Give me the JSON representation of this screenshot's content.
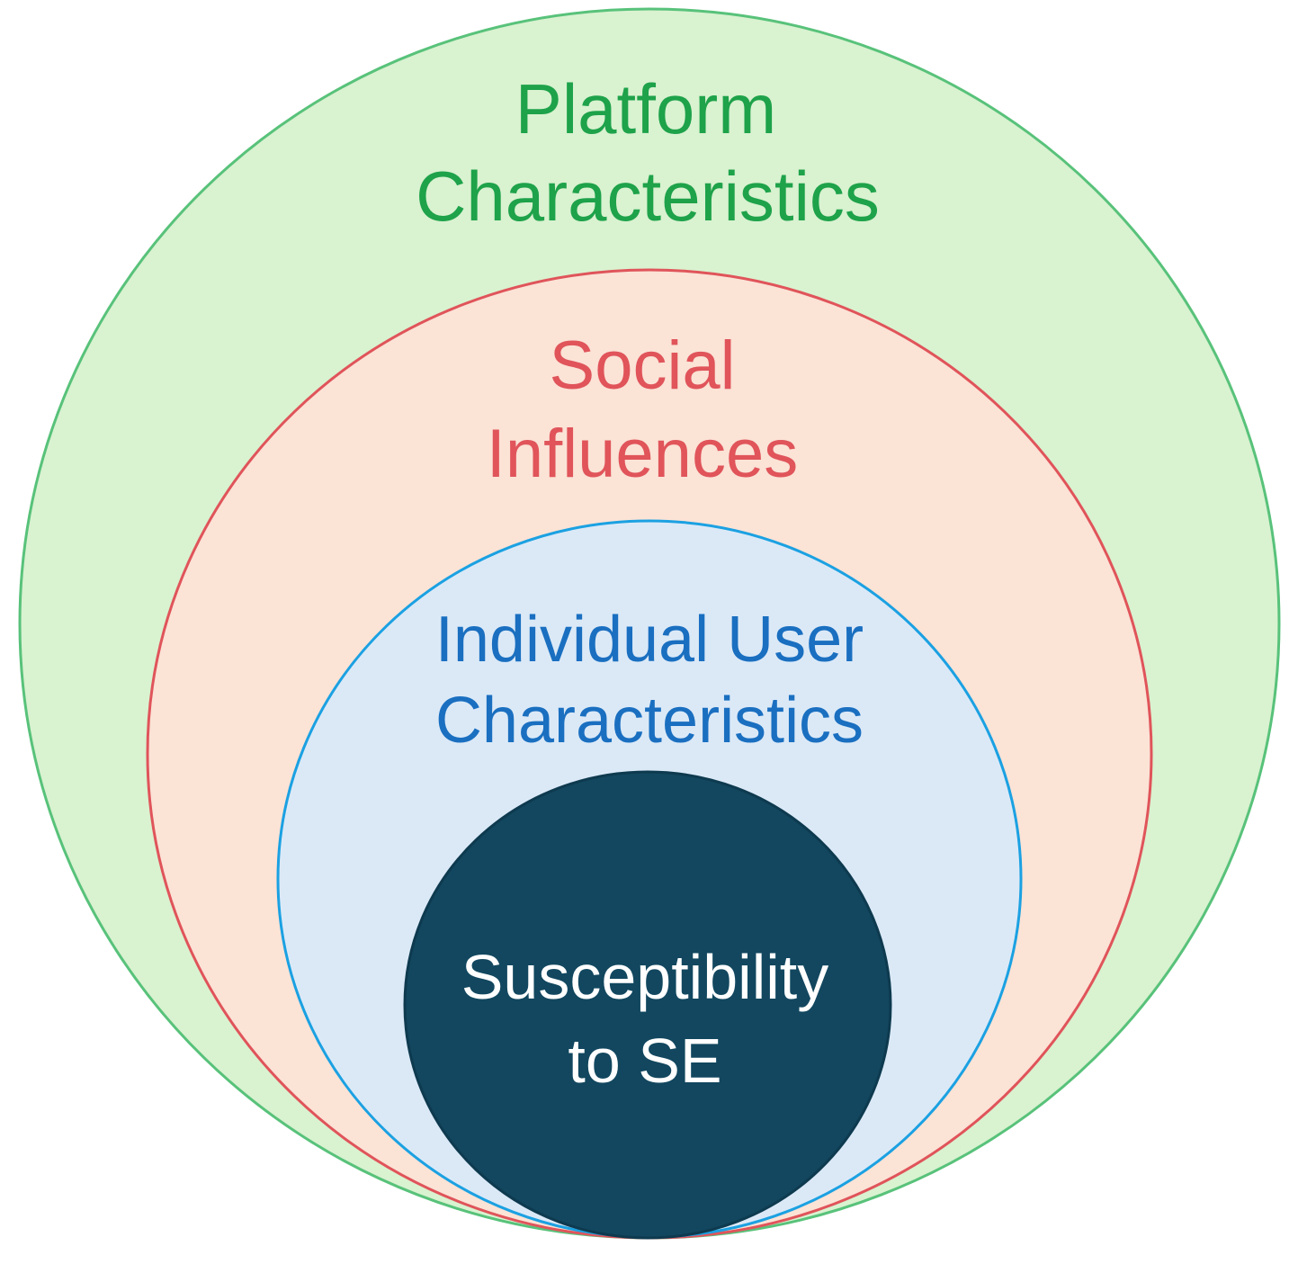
{
  "diagram": {
    "layers": [
      {
        "id": "platform",
        "lines": [
          "Platform",
          "Characteristics"
        ],
        "fill": "#d9f2d0",
        "stroke": "#58c27a",
        "text_color": "#1ea24a"
      },
      {
        "id": "social",
        "lines": [
          "Social",
          "Influences"
        ],
        "fill": "#fbe3d6",
        "stroke": "#e0545a",
        "text_color": "#e0545a"
      },
      {
        "id": "individual",
        "lines": [
          "Individual User",
          "Characteristics"
        ],
        "fill": "#dbe9f7",
        "stroke": "#1ba1e2",
        "text_color": "#1a6fc0"
      },
      {
        "id": "core",
        "lines": [
          "Susceptibility",
          "to SE"
        ],
        "fill": "#12475f",
        "stroke": "#0e3a4f",
        "text_color": "#ffffff"
      }
    ]
  }
}
